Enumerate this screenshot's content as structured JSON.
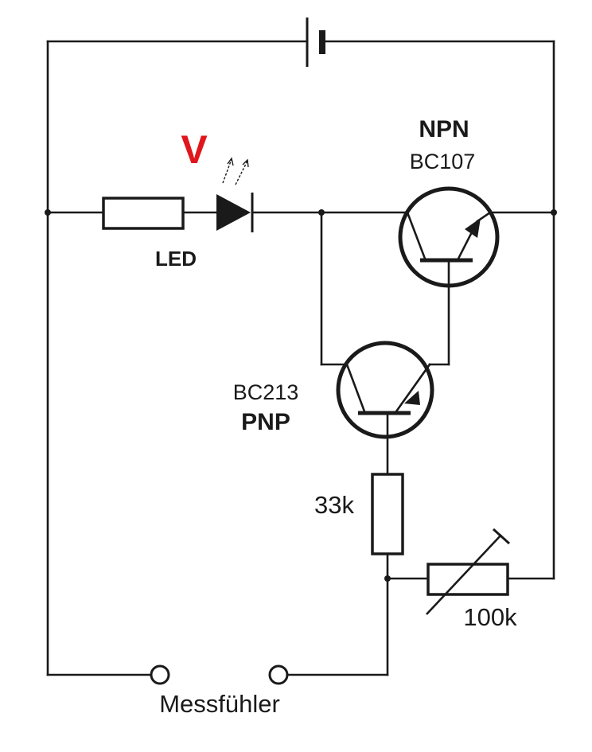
{
  "labels": {
    "npn_type": "NPN",
    "npn_part": "BC107",
    "pnp_part": "BC213",
    "pnp_type": "PNP",
    "led": "LED",
    "led_marker": "V",
    "resistor_fixed": "33k",
    "potentiometer": "100k",
    "probe": "Messfühler"
  },
  "colors": {
    "line": "#1a1a1a",
    "marker": "#e0161c"
  }
}
